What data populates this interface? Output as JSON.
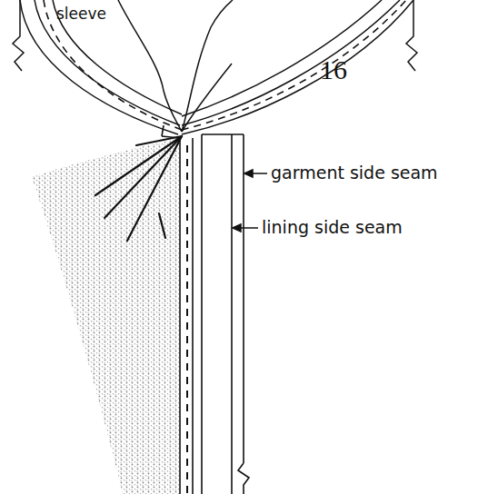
{
  "diagram": {
    "labels": [
      "sleeve",
      "16",
      "garment side seam",
      "lining side seam"
    ]
  }
}
